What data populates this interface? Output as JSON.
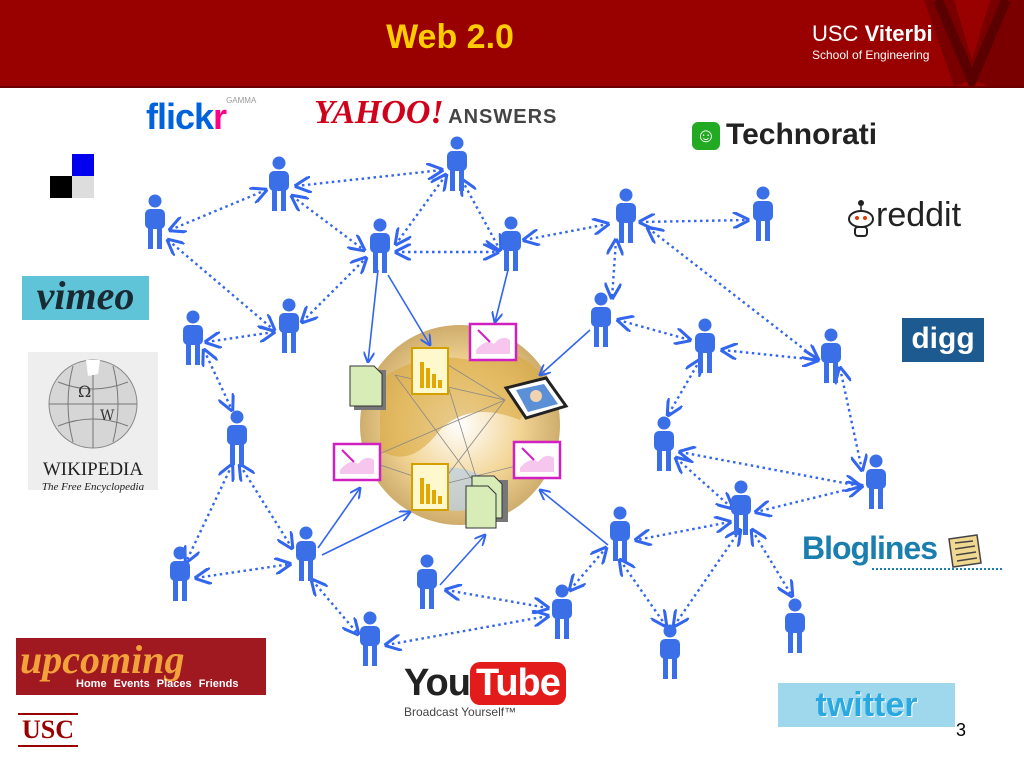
{
  "slide": {
    "title": "Web 2.0",
    "page_number": "3"
  },
  "header": {
    "brand_line1_a": "USC ",
    "brand_line1_b": "Viterbi",
    "brand_line2": "School of Engineering"
  },
  "logos": {
    "flickr_a": "flick",
    "flickr_b": "r",
    "flickr_tag": "GAMMA",
    "yahoo": "YAHOO!",
    "yahoo_answers": "ANSWERS",
    "technorati": "Technorati",
    "reddit": "reddit",
    "vimeo": "vimeo",
    "digg": "digg",
    "wikipedia": "WIKIPEDIA",
    "wikipedia_tagline": "The Free Encyclopedia",
    "bloglines": "Bloglines",
    "upcoming": "upcoming",
    "upcoming_nav": [
      "Home",
      "Events",
      "Places",
      "Friends"
    ],
    "youtube_a": "You",
    "youtube_b": "Tube",
    "youtube_tagline": "Broadcast Yourself™",
    "twitter": "twitter",
    "usc": "USC"
  },
  "colors": {
    "header": "#990000",
    "title": "#ffcc00",
    "person": "#3366ee",
    "link": "#3366ee"
  }
}
